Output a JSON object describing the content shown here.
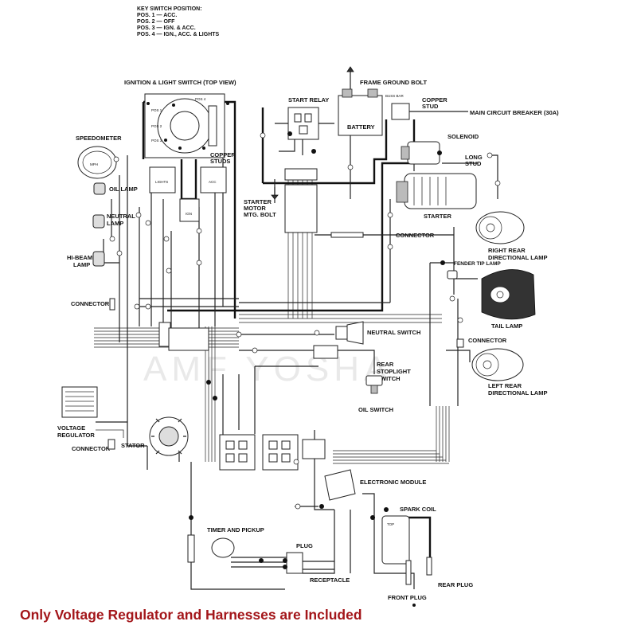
{
  "key_switch": {
    "title": "KEY SWITCH POSITION:",
    "positions": [
      "POS. 1 — ACC.",
      "POS. 2 — OFF",
      "POS. 3 — IGN. & ACC.",
      "POS. 4 — IGN., ACC. & LIGHTS"
    ]
  },
  "labels": {
    "ignition_switch": "IGNITION & LIGHT SWITCH (TOP VIEW)",
    "frame_ground": "FRAME GROUND BOLT",
    "start_relay": "START RELAY",
    "buss_bar": "BUSS BAR",
    "copper_stud_1": "COPPER",
    "copper_stud_2": "STUD",
    "battery": "BATTERY",
    "main_breaker": "MAIN CIRCUIT BREAKER (30A)",
    "solenoid": "SOLENOID",
    "long_stud_1": "LONG",
    "long_stud_2": "STUD",
    "speedometer": "SPEEDOMETER",
    "mph": "MPH",
    "copper_studs_1": "COPPER",
    "copper_studs_2": "STUDS",
    "oil_lamp": "OIL LAMP",
    "starter_motor_1": "STARTER",
    "starter_motor_2": "MOTOR",
    "starter_motor_3": "MTG. BOLT",
    "starter": "STARTER",
    "neutral_lamp_1": "NEUTRAL",
    "neutral_lamp_2": "LAMP",
    "connector_right": "CONNECTOR",
    "right_rear_1": "RIGHT REAR",
    "right_rear_2": "DIRECTIONAL LAMP",
    "hibeam_1": "HI-BEAM",
    "hibeam_2": "LAMP",
    "fender_tip": "FENDER TIP LAMP",
    "connector_left": "CONNECTOR",
    "tail_lamp": "TAIL LAMP",
    "neutral_switch": "NEUTRAL SWITCH",
    "connector_tail": "CONNECTOR",
    "rear_stop_1": "REAR",
    "rear_stop_2": "STOPLIGHT",
    "rear_stop_3": "SWITCH",
    "left_rear_1": "LEFT REAR",
    "left_rear_2": "DIRECTIONAL LAMP",
    "oil_switch": "OIL SWITCH",
    "voltage_reg_1": "VOLTAGE",
    "voltage_reg_2": "REGULATOR",
    "connector_reg": "CONNECTOR",
    "stator": "STATOR",
    "electronic_module": "ELECTRONIC MODULE",
    "spark_coil": "SPARK COIL",
    "top": "TOP",
    "timer_pickup": "TIMER AND PICKUP",
    "plug": "PLUG",
    "receptacle": "RECEPTACLE",
    "rear_plug": "REAR PLUG",
    "front_plug": "FRONT PLUG",
    "pos1": "POS 1",
    "pos2": "POS 2",
    "pos3": "POS 3",
    "pos4": "POS 4",
    "lights": "LIGHTS",
    "acc": "ACC",
    "ign": "IGN"
  },
  "caption": "Only Voltage Regulator and Harnesses are Included",
  "watermark": "AMF YOSHA",
  "colors": {
    "caption": "#a3161a",
    "ink": "#111111",
    "watermark": "#e9e9e9"
  }
}
